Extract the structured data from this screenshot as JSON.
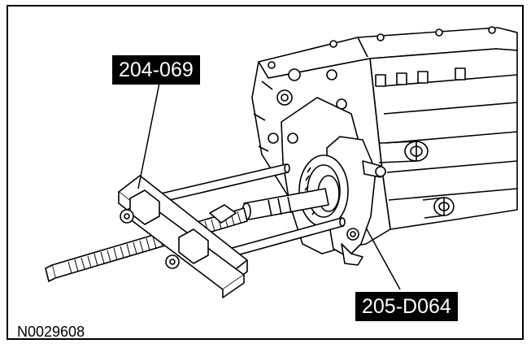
{
  "callouts": {
    "puller_tool": "204-069",
    "bearing_tool": "205-D064"
  },
  "figure_id": "N0029608",
  "colors": {
    "line": "#000000",
    "background": "#ffffff",
    "label_bg": "#000000",
    "label_text": "#ffffff"
  }
}
